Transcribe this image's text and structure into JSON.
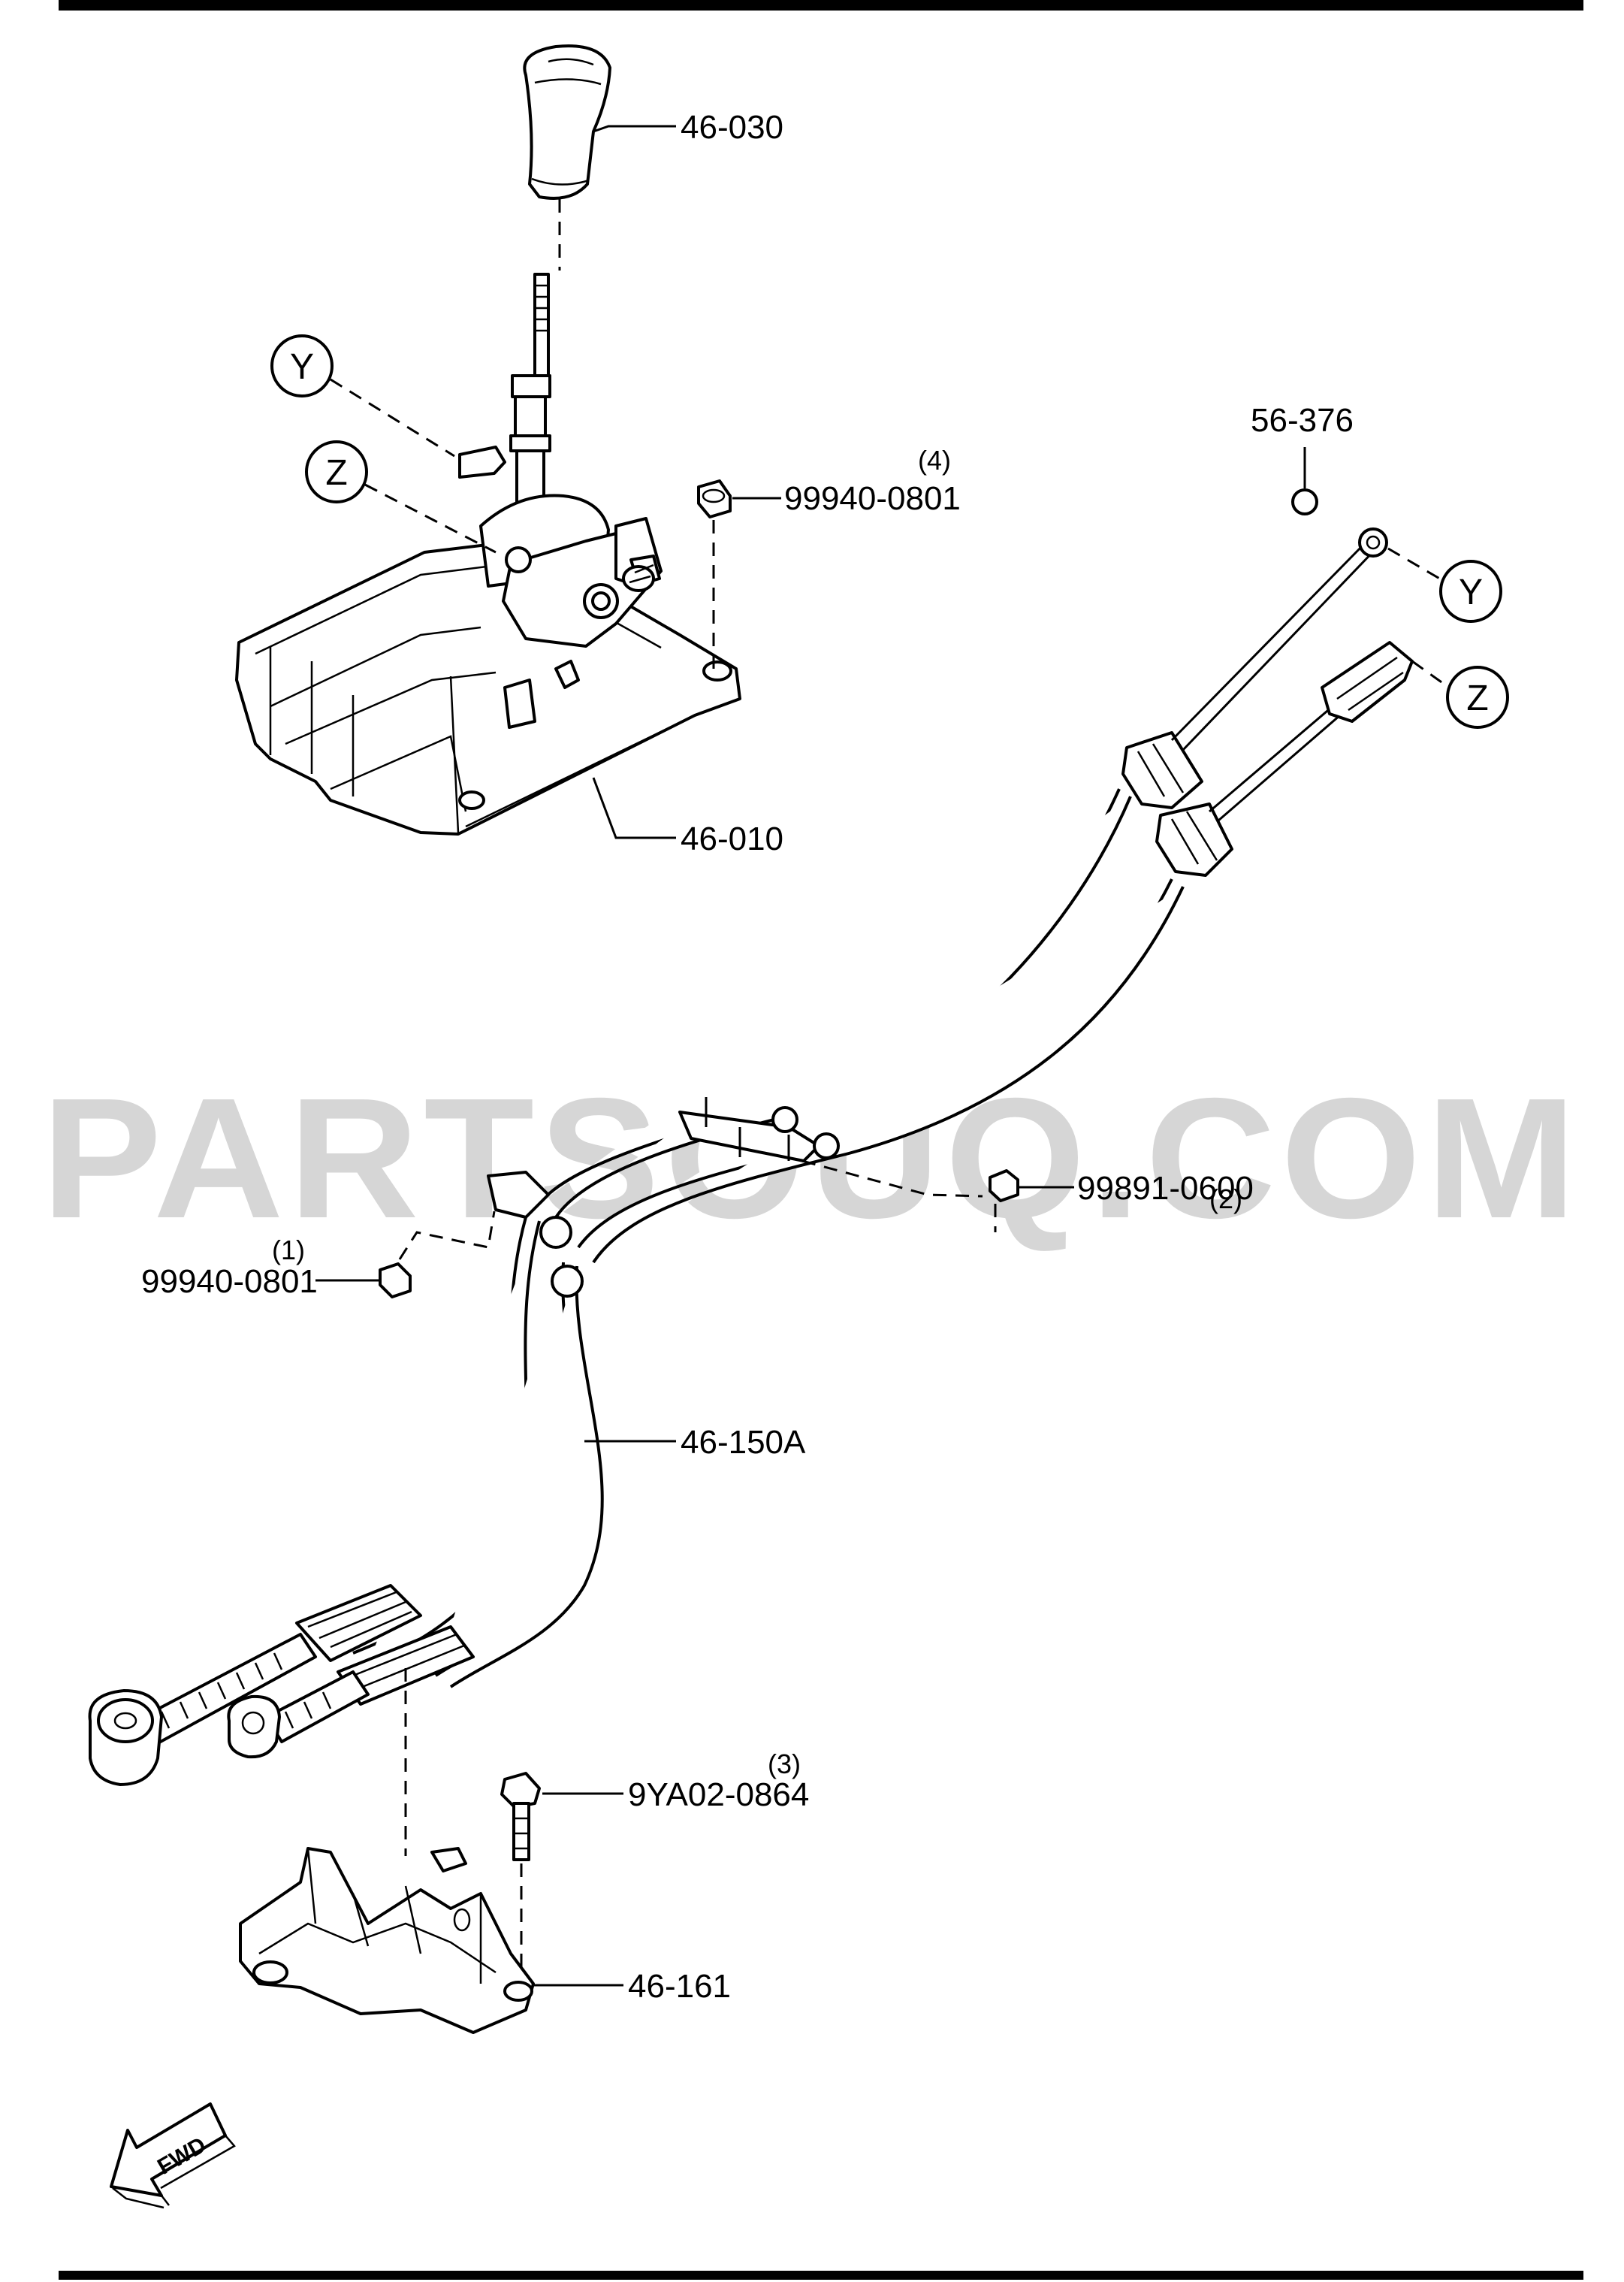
{
  "watermark": "PARTSOUQ.COM",
  "fwd_label": "FWD",
  "callouts": [
    {
      "id": "46-030",
      "label": "46-030"
    },
    {
      "id": "46-010",
      "label": "46-010"
    },
    {
      "id": "46-150A",
      "label": "46-150A"
    },
    {
      "id": "46-161",
      "label": "46-161"
    },
    {
      "id": "56-376",
      "label": "56-376"
    },
    {
      "id": "99940-0801-4",
      "label": "99940-0801",
      "qty": "(4)"
    },
    {
      "id": "99891-0600",
      "label": "99891-0600",
      "qty": "(2)"
    },
    {
      "id": "99940-0801-1",
      "label": "99940-0801",
      "qty": "(1)"
    },
    {
      "id": "9YA02-0864",
      "label": "9YA02-0864",
      "qty": "(3)"
    }
  ],
  "connectors": [
    {
      "id": "Y-upper",
      "letter": "Y"
    },
    {
      "id": "Z-upper",
      "letter": "Z"
    },
    {
      "id": "Y-right",
      "letter": "Y"
    },
    {
      "id": "Z-right",
      "letter": "Z"
    }
  ]
}
